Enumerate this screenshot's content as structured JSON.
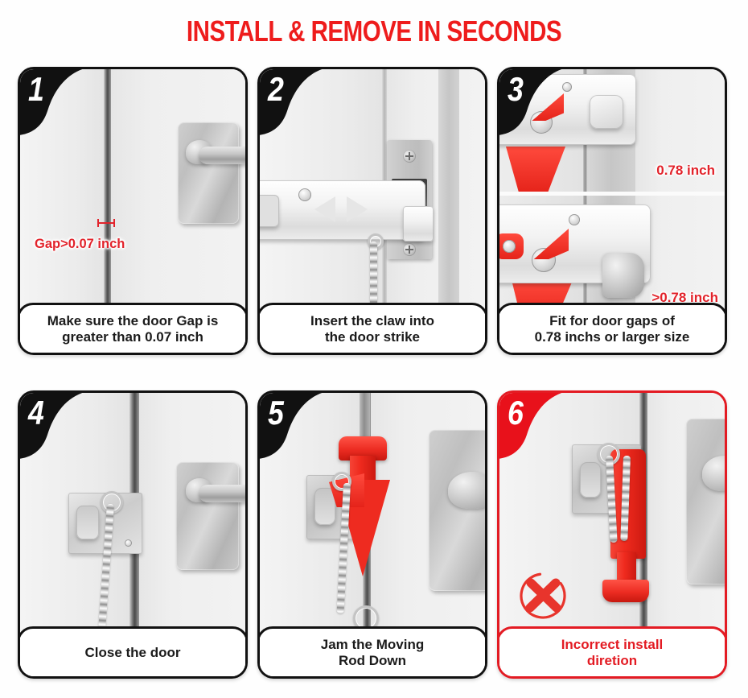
{
  "header": {
    "title": "INSTALL & REMOVE IN SECONDS",
    "title_color": "#ee1c1c"
  },
  "theme": {
    "accent_red": "#e2232b",
    "badge_black": "#111111",
    "danger_border": "#e31b23",
    "panel_background": "#ececec"
  },
  "steps": [
    {
      "number": "1",
      "caption": "Make sure the door Gap is\ngreater than 0.07 inch",
      "badge_style": "black",
      "annotations": [
        {
          "text": "Gap>0.07 inch",
          "name": "gap-measurement-label"
        }
      ]
    },
    {
      "number": "2",
      "caption": "Insert the claw into\nthe door strike",
      "badge_style": "black",
      "annotations": []
    },
    {
      "number": "3",
      "caption": "Fit for door gaps of\n0.78 inchs or larger size",
      "badge_style": "black",
      "annotations": [
        {
          "text": "0.78 inch",
          "name": "gap-078-label"
        },
        {
          "text": ">0.78 inch",
          "name": "gap-over-078-label"
        }
      ]
    },
    {
      "number": "4",
      "caption": "Close the door",
      "badge_style": "black",
      "annotations": []
    },
    {
      "number": "5",
      "caption": "Jam the Moving\nRod Down",
      "badge_style": "black",
      "annotations": []
    },
    {
      "number": "6",
      "caption": "Incorrect install\ndiretion",
      "badge_style": "red",
      "annotations": [
        {
          "text": "x-mark-icon",
          "name": "incorrect-x-icon"
        }
      ]
    }
  ]
}
